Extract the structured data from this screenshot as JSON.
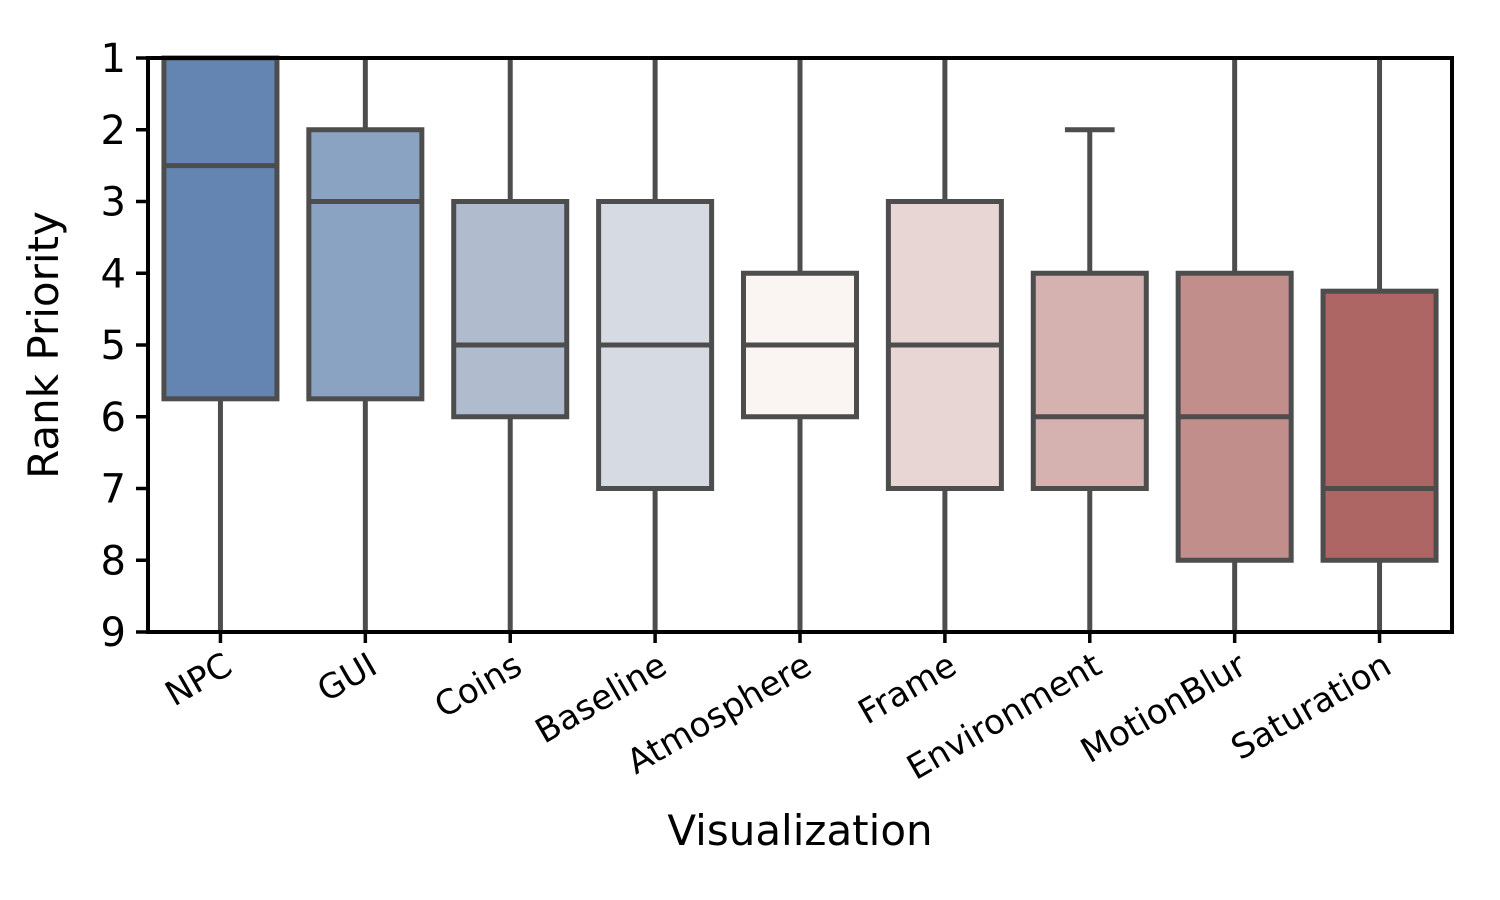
{
  "chart_data": {
    "type": "box",
    "title": "",
    "xlabel": "Visualization",
    "ylabel": "Rank Priority",
    "categories": [
      "NPC",
      "GUI",
      "Coins",
      "Baseline",
      "Atmosphere",
      "Frame",
      "Environment",
      "MotionBlur",
      "Saturation"
    ],
    "ytick_labels": [
      "1",
      "2",
      "3",
      "4",
      "5",
      "6",
      "7",
      "8",
      "9"
    ],
    "ytick_values": [
      1,
      2,
      3,
      4,
      5,
      6,
      7,
      8,
      9
    ],
    "ylim": [
      1,
      9
    ],
    "y_inverted": true,
    "grid": false,
    "legend": "none",
    "xtick_label_rotation_deg": -30,
    "boxes": [
      {
        "category": "NPC",
        "q1": 1,
        "median": 2.5,
        "q3": 5.75,
        "whisker_low": 1,
        "whisker_high": 9,
        "whisker_low_capped": false,
        "whisker_high_capped": false,
        "color": "#6485B2"
      },
      {
        "category": "GUI",
        "q1": 2,
        "median": 3,
        "q3": 5.75,
        "whisker_low": 1,
        "whisker_high": 9,
        "whisker_low_capped": false,
        "whisker_high_capped": false,
        "color": "#8BA3C2"
      },
      {
        "category": "Coins",
        "q1": 3,
        "median": 5,
        "q3": 6,
        "whisker_low": 1,
        "whisker_high": 9,
        "whisker_low_capped": false,
        "whisker_high_capped": false,
        "color": "#B0BCCE"
      },
      {
        "category": "Baseline",
        "q1": 3,
        "median": 5,
        "q3": 7,
        "whisker_low": 1,
        "whisker_high": 9,
        "whisker_low_capped": false,
        "whisker_high_capped": false,
        "color": "#D6DAE3"
      },
      {
        "category": "Atmosphere",
        "q1": 4,
        "median": 5,
        "q3": 6,
        "whisker_low": 1,
        "whisker_high": 9,
        "whisker_low_capped": false,
        "whisker_high_capped": false,
        "color": "#FAF4F2"
      },
      {
        "category": "Frame",
        "q1": 3,
        "median": 5,
        "q3": 7,
        "whisker_low": 1,
        "whisker_high": 9,
        "whisker_low_capped": false,
        "whisker_high_capped": false,
        "color": "#E7D6D3"
      },
      {
        "category": "Environment",
        "q1": 4,
        "median": 6,
        "q3": 7,
        "whisker_low": 2,
        "whisker_high": 9,
        "whisker_low_capped": true,
        "whisker_high_capped": false,
        "color": "#D5B2B0"
      },
      {
        "category": "MotionBlur",
        "q1": 4,
        "median": 6,
        "q3": 8,
        "whisker_low": 1,
        "whisker_high": 9,
        "whisker_low_capped": false,
        "whisker_high_capped": false,
        "color": "#C18E8C"
      },
      {
        "category": "Saturation",
        "q1": 4.25,
        "median": 7,
        "q3": 8,
        "whisker_low": 1,
        "whisker_high": 9,
        "whisker_low_capped": false,
        "whisker_high_capped": false,
        "color": "#AE6664"
      }
    ],
    "style": {
      "box_edge_color": "#4d4d4d",
      "axis_color": "#000000",
      "background": "#ffffff"
    }
  }
}
